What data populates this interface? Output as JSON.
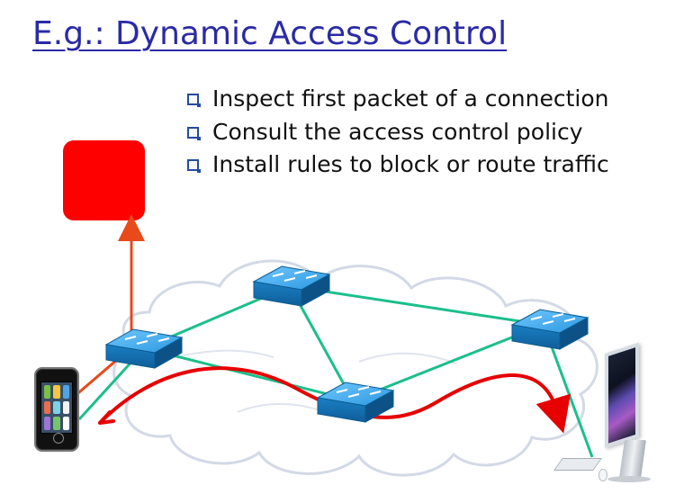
{
  "title": "E.g.: Dynamic Access Control",
  "bullets": [
    {
      "text": "Inspect first packet of a connection"
    },
    {
      "text": "Consult the access control policy"
    },
    {
      "text": "Install rules to block or route traffic"
    }
  ],
  "colors": {
    "title": "#2a2aa6",
    "bullet_marker": "#244b9f",
    "controller_box": "#ff0000",
    "control_arrow": "#e84a1a",
    "route_arrow": "#e60000",
    "network_link": "#1bbf8a",
    "switch_body": "#1f91d2",
    "cloud_outline": "#d3d9e6"
  },
  "icons": {
    "controller": "red-controller-box",
    "switch": "network-switch-icon",
    "phone": "phone-icon",
    "computer": "desktop-computer-icon"
  }
}
